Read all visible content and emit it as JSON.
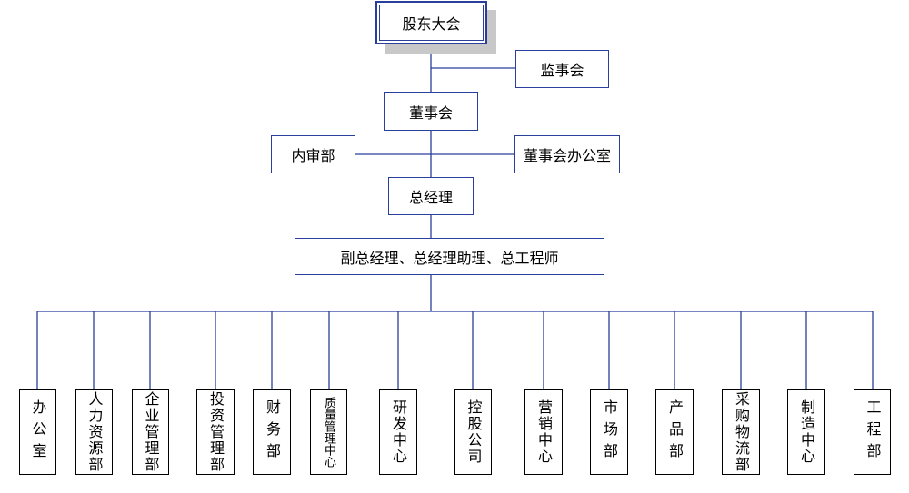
{
  "colors": {
    "line": "#2a3f9c",
    "box_border": "#2a3f9c",
    "shadow": "#c8c8c8"
  },
  "top": {
    "shareholders": "股东大会",
    "supervisory": "监事会",
    "board": "董事会",
    "audit": "内审部",
    "board_office": "董事会办公室",
    "gm": "总经理",
    "deputies": "副总经理、总经理助理、总工程师"
  },
  "departments": [
    "办公室",
    "人力资源部",
    "企业管理部",
    "投资管理部",
    "财务部",
    "质量管理中心",
    "研发中心",
    "控股公司",
    "营销中心",
    "市场部",
    "产品部",
    "采购物流部",
    "制造中心",
    "工程部"
  ]
}
